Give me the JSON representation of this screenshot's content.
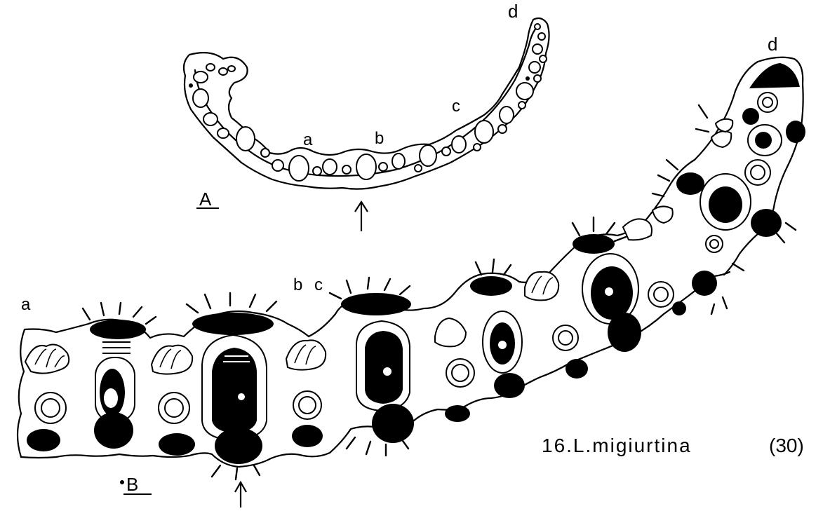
{
  "figure": {
    "caption": "16.L.migiurtina",
    "magnification": "(30)",
    "panel_a": {
      "label": "A",
      "markers": [
        "a",
        "b",
        "c",
        "d"
      ]
    },
    "panel_b": {
      "label": "B",
      "markers": [
        "a",
        "b",
        "c",
        "d"
      ]
    }
  }
}
